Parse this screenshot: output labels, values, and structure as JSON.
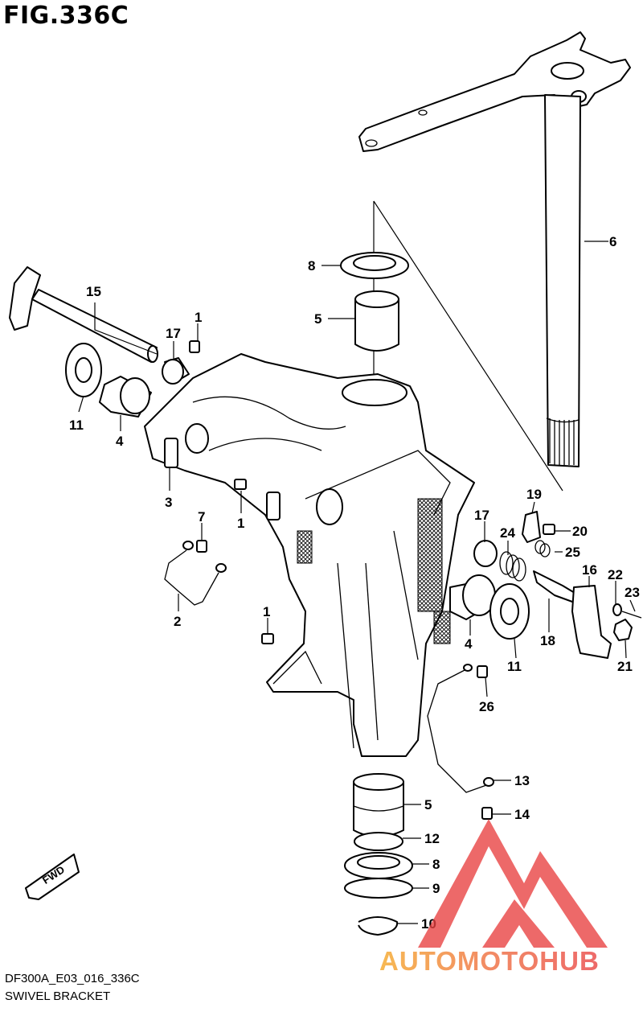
{
  "figure": {
    "title": "FIG.336C"
  },
  "fwd_label": "FWD",
  "callouts": {
    "c1a": "1",
    "c1b": "1",
    "c1c": "1",
    "c2": "2",
    "c3": "3",
    "c4a": "4",
    "c4b": "4",
    "c5a": "5",
    "c5b": "5",
    "c6": "6",
    "c7": "7",
    "c8a": "8",
    "c8b": "8",
    "c9": "9",
    "c10": "10",
    "c11a": "11",
    "c11b": "11",
    "c12": "12",
    "c13": "13",
    "c14": "14",
    "c15": "15",
    "c16": "16",
    "c17a": "17",
    "c17b": "17",
    "c18": "18",
    "c19": "19",
    "c20": "20",
    "c21": "21",
    "c22": "22",
    "c23": "23",
    "c24": "24",
    "c25": "25",
    "c26": "26"
  },
  "watermark": {
    "text": "AUTOMOTOHUB",
    "color": "#e94040",
    "accent": "#f5a623"
  },
  "footer": {
    "code": "DF300A_E03_016_336C",
    "name": "SWIVEL BRACKET"
  }
}
